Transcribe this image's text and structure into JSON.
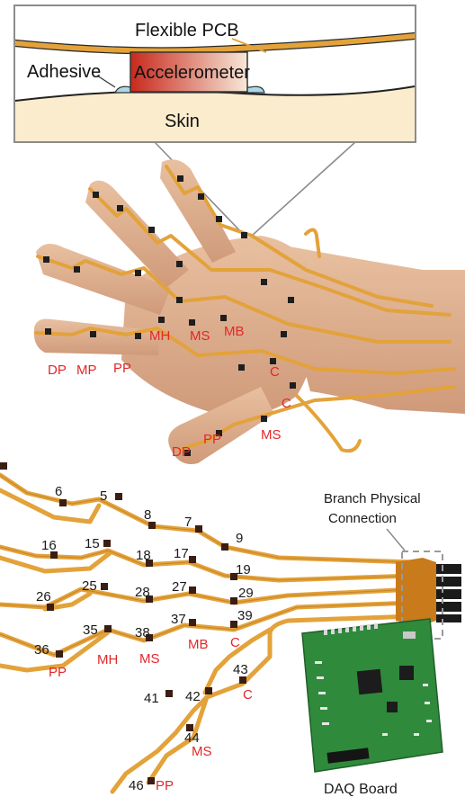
{
  "inset": {
    "flexible_pcb": "Flexible PCB",
    "accelerometer": "Accelerometer",
    "adhesive": "Adhesive",
    "skin": "Skin"
  },
  "hand_labels": {
    "dp": "DP",
    "mp": "MP",
    "pp": "PP",
    "mh": "MH",
    "ms": "MS",
    "mb": "MB",
    "c": "C",
    "dp_thumb": "DP",
    "pp_thumb": "PP"
  },
  "branch_connection": {
    "line1": "Branch Physical",
    "line2": "Connection"
  },
  "sensors": [
    "6",
    "5",
    "8",
    "7",
    "9",
    "16",
    "15",
    "18",
    "17",
    "19",
    "26",
    "25",
    "28",
    "27",
    "29",
    "36",
    "35",
    "38",
    "37",
    "39",
    "41",
    "42",
    "43",
    "44",
    "46"
  ],
  "flex_labels": {
    "pp": "PP",
    "mh": "MH",
    "ms": "MS",
    "mb": "MB",
    "c": "C",
    "c2": "C",
    "ms2": "MS",
    "pp2": "PP"
  },
  "daq": {
    "label": "DAQ Board"
  },
  "colors": {
    "pcb_orange": "#e3a23a",
    "pcb_dark": "#b5731c",
    "skin": "#fbeccd",
    "accel_red": "#c8291d",
    "label_red": "#e0282a",
    "daq_green": "#2f8a3c"
  }
}
